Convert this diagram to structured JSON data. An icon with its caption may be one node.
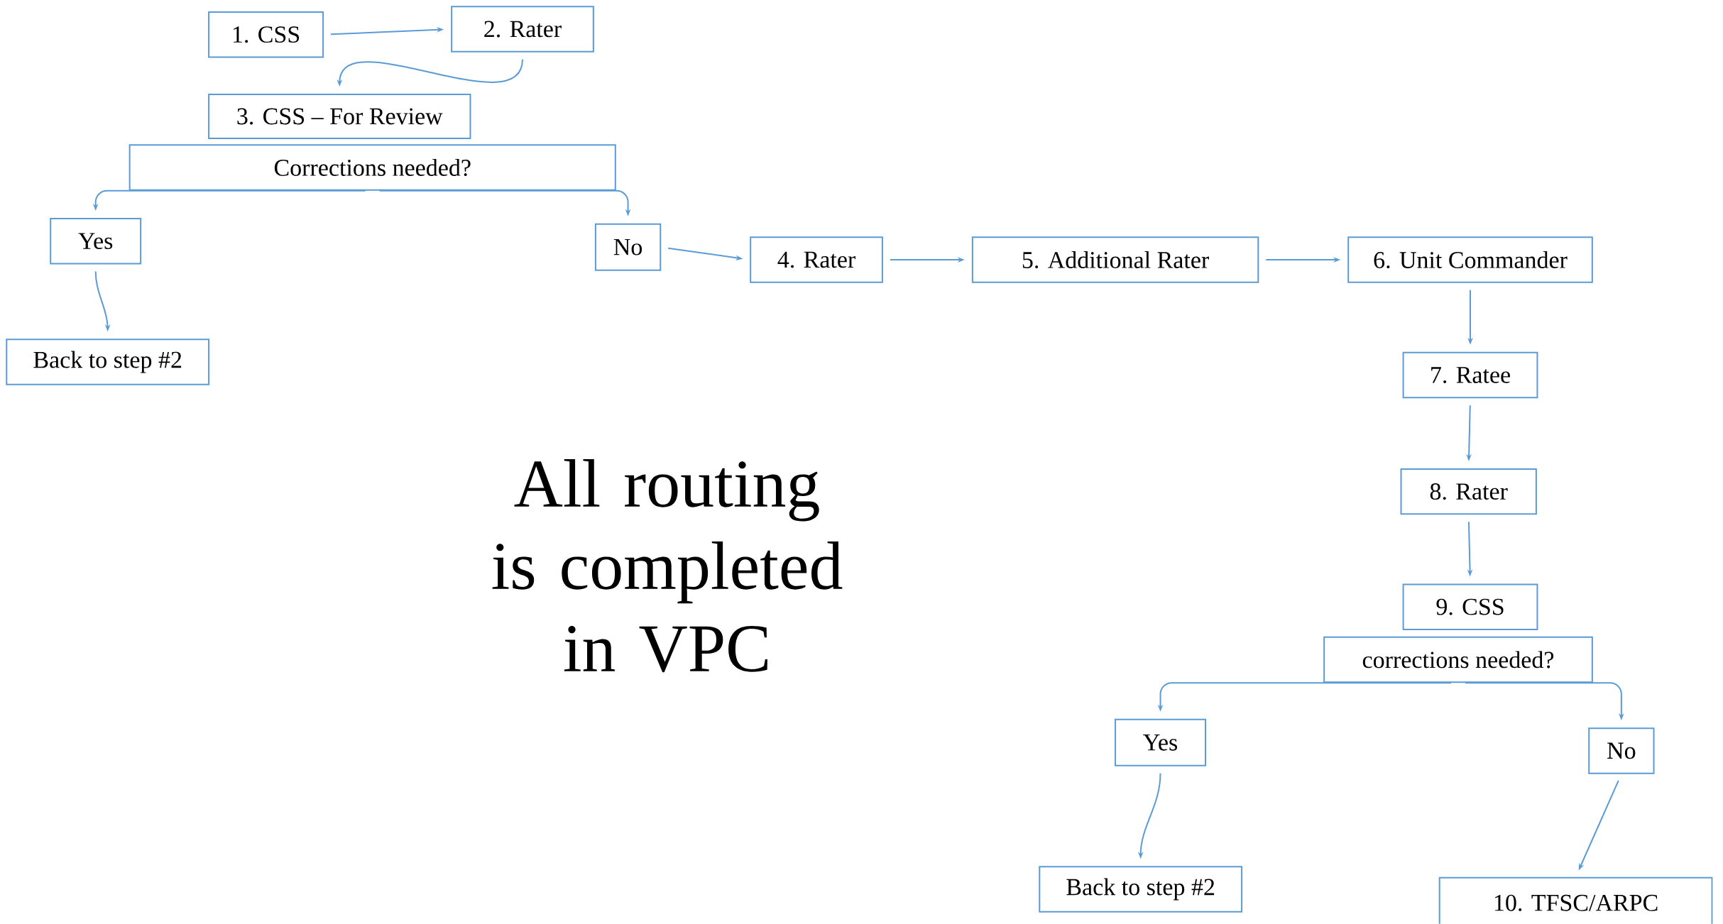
{
  "diagram": {
    "nodes": [
      {
        "text": [
          "1. CSS"
        ]
      },
      {
        "text": [
          "2. Rater"
        ]
      },
      {
        "text": [
          "3. CSS – For Review"
        ]
      },
      {
        "text": [
          "Corrections needed?"
        ]
      },
      {
        "text": [
          "Yes"
        ]
      },
      {
        "text": [
          "No"
        ]
      },
      {
        "text": [
          "Back to step #2"
        ]
      },
      {
        "text": [
          "4. Rater"
        ]
      },
      {
        "text": [
          "5. Additional Rater"
        ]
      },
      {
        "text": [
          "6. Unit Commander"
        ]
      },
      {
        "text": [
          "7. Ratee"
        ]
      },
      {
        "text": [
          "8. Rater"
        ]
      },
      {
        "text": [
          "9. CSS"
        ]
      },
      {
        "text": [
          "corrections needed?"
        ]
      },
      {
        "text": [
          "Yes"
        ]
      },
      {
        "text": [
          "No"
        ]
      },
      {
        "text": [
          "Back to step #2"
        ]
      },
      {
        "text": [
          "10. TFSC/ARPC"
        ]
      }
    ],
    "edges": [
      {
        "from": 0,
        "to": 1,
        "arrow": "to"
      },
      {
        "from": 1,
        "to": 2,
        "arrow": "to"
      },
      {
        "from": 3,
        "to": 4,
        "arrow": "to"
      },
      {
        "from": 3,
        "to": 5,
        "arrow": "to"
      },
      {
        "from": 4,
        "to": 6,
        "arrow": "to"
      },
      {
        "from": 5,
        "to": 7,
        "arrow": "to"
      },
      {
        "from": 7,
        "to": 8,
        "arrow": "to"
      },
      {
        "from": 8,
        "to": 9,
        "arrow": "to"
      },
      {
        "from": 9,
        "to": 10,
        "arrow": "to"
      },
      {
        "from": 10,
        "to": 11,
        "arrow": "to"
      },
      {
        "from": 11,
        "to": 12,
        "arrow": "to"
      },
      {
        "from": 13,
        "to": 14,
        "arrow": "to"
      },
      {
        "from": 13,
        "to": 15,
        "arrow": "to"
      },
      {
        "from": 14,
        "to": 16,
        "arrow": "to"
      },
      {
        "from": 15,
        "to": 17,
        "arrow": "to"
      }
    ],
    "labels": [
      "All routing is completed in VPC"
    ]
  }
}
